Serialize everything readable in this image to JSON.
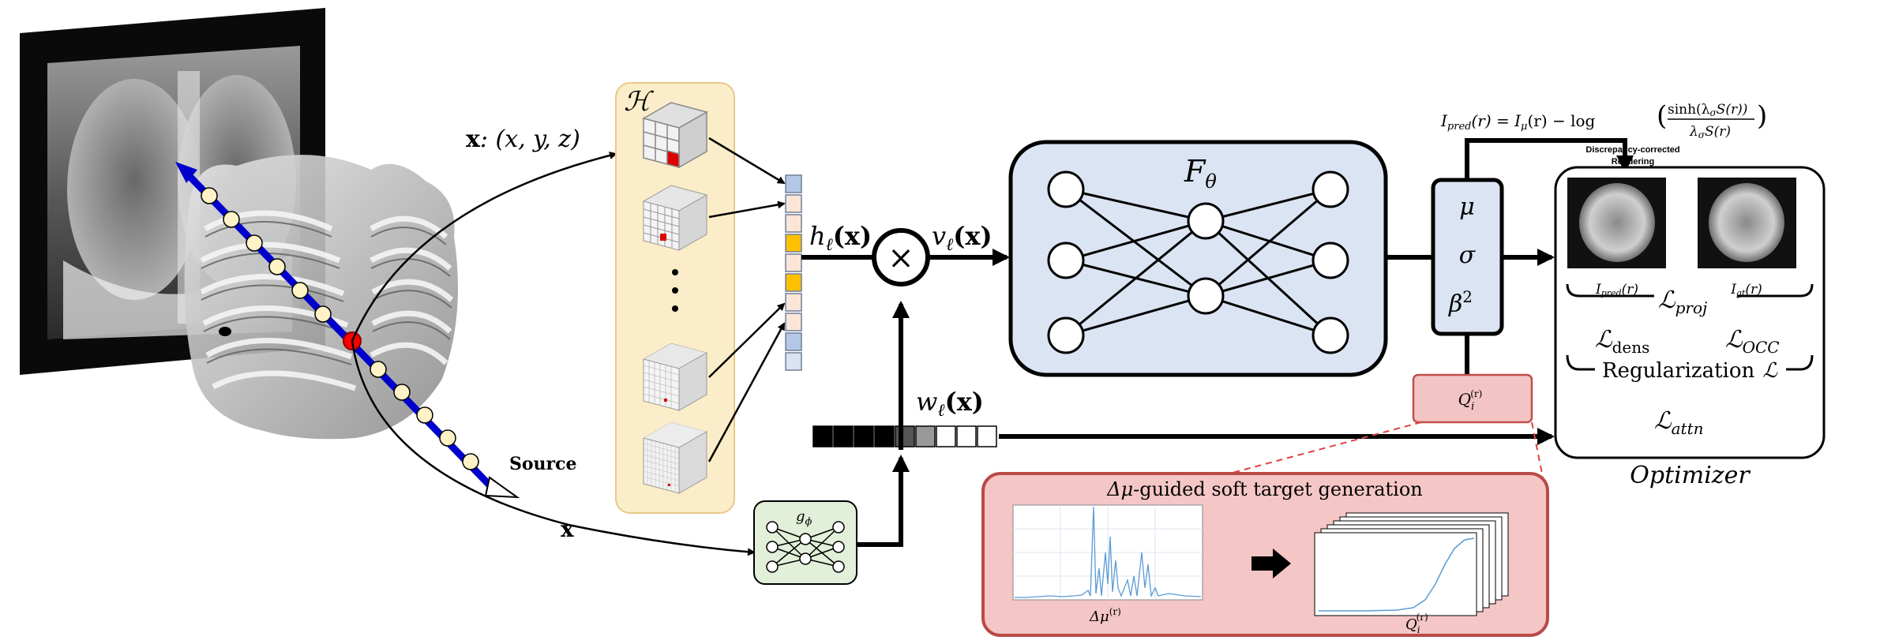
{
  "labels": {
    "x_coord_bold": "x",
    "x_coord_rest": ": (x, y, z)",
    "hash_grid": "ℋ",
    "source": "Source",
    "x_input": "x",
    "g_phi": "g",
    "g_phi_sub": "ϕ",
    "h_l": "h",
    "h_l_sub": "ℓ",
    "h_l_arg": "(x)",
    "v_l": "v",
    "v_l_sub": "ℓ",
    "v_l_arg": "(x)",
    "w_l": "w",
    "w_l_sub": "ℓ",
    "w_l_arg": "(x)",
    "multiply": "×",
    "F_theta": "F",
    "F_theta_sub": "θ",
    "mu": "μ",
    "sigma": "σ",
    "beta": "β",
    "beta_sup": "2",
    "Q_label": "Q",
    "Q_sub": "i",
    "Q_sup": "(r)",
    "formula_lhs": "I",
    "formula_lhs_sub": "pred",
    "formula_mid": "(r) = I",
    "formula_mid_sub": "μ",
    "formula_log": "(r) − log",
    "formula_num": "sinh(λ",
    "formula_num_sub": "σ",
    "formula_num_tail": "S(r))",
    "formula_den": "λ",
    "formula_den_sub": "σ",
    "formula_den_tail": "S(r)",
    "rendering_line1": "Discrepancy-corrected",
    "rendering_line2": "Rendering",
    "I_pred": "I",
    "I_pred_sub": "pred",
    "I_pred_arg": "(r)",
    "I_gt": "I",
    "I_gt_sub": "gt",
    "I_gt_arg": "(r)",
    "L_proj": "ℒ",
    "L_proj_sub": "proj",
    "L_dens": "ℒ",
    "L_dens_sub": "dens",
    "L_occ": "ℒ",
    "L_occ_sub": "OCC",
    "regularization": "Regularization",
    "regularization_L": "ℒ",
    "L_attn": "ℒ",
    "L_attn_sub": "attn",
    "optimizer": "Optimizer",
    "soft_target_title_pre": "Δμ",
    "soft_target_title_rest": "-guided soft target generation",
    "delta_mu": "Δμ",
    "delta_mu_sup": "(r)",
    "Q_bottom": "Q",
    "Q_bottom_sub": "i",
    "Q_bottom_sup": "(r)"
  },
  "colors": {
    "hash_panel_fill": "#fbedc9",
    "hash_panel_stroke": "#e7c98a",
    "mlp_fill": "#dbe4f3",
    "output_fill": "#dbe4f3",
    "q_fill": "#f3c4c4",
    "q_stroke": "#c0504d",
    "soft_panel_fill": "#f5c6c6",
    "soft_panel_stroke": "#b94a48",
    "g_fill": "#e2efd9",
    "ray": "#0000cc",
    "sample_point": "#fff2c7",
    "feature_red": "#ff0000",
    "line_plot": "#5b9bd5"
  },
  "feature_vector": [
    "blue",
    "peach",
    "peach",
    "gold",
    "peach",
    "gold",
    "peach",
    "peach",
    "blue",
    "lightblue"
  ],
  "weight_vector": [
    "black",
    "black",
    "black",
    "black",
    "darkgray",
    "gray",
    "white",
    "white",
    "white"
  ]
}
